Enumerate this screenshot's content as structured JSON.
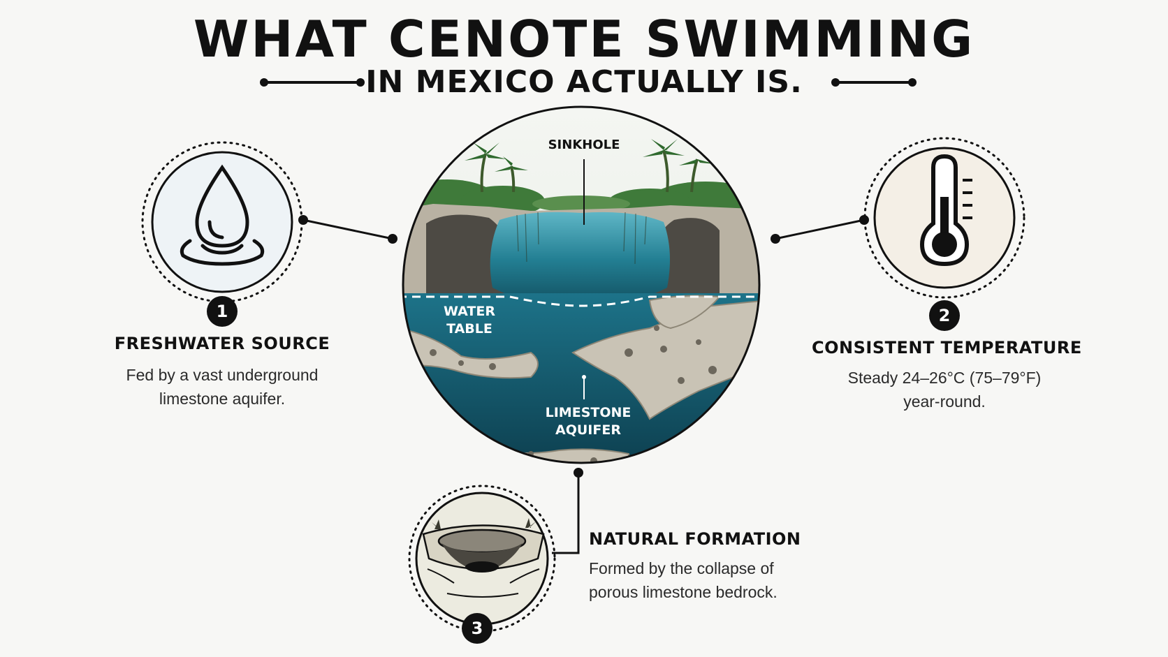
{
  "title": {
    "line1": "WHAT CENOTE SWIMMING",
    "line2": "IN MEXICO ACTUALLY IS."
  },
  "center_labels": {
    "sinkhole": "SINKHOLE",
    "water_table": [
      "WATER",
      "TABLE"
    ],
    "limestone_aquifer": [
      "LIMESTONE",
      "AQUIFER"
    ]
  },
  "features": [
    {
      "number": "1",
      "heading": "FRESHWATER SOURCE",
      "description": [
        "Fed by a vast underground",
        "limestone aquifer."
      ],
      "icon": "water-drop-icon"
    },
    {
      "number": "2",
      "heading": "CONSISTENT TEMPERATURE",
      "description": [
        "Steady 24–26°C (75–79°F)",
        "year-round."
      ],
      "icon": "thermometer-icon"
    },
    {
      "number": "3",
      "heading": "NATURAL FORMATION",
      "description": [
        "Formed by the collapse of",
        "porous limestone bedrock."
      ],
      "icon": "sinkhole-icon"
    }
  ],
  "colors": {
    "background": "#f7f7f5",
    "ink": "#111111",
    "water": "#1f7a8c",
    "deep_water": "#0f4c5c",
    "limestone": "#c9c3b5",
    "foliage": "#3f7a3a"
  }
}
